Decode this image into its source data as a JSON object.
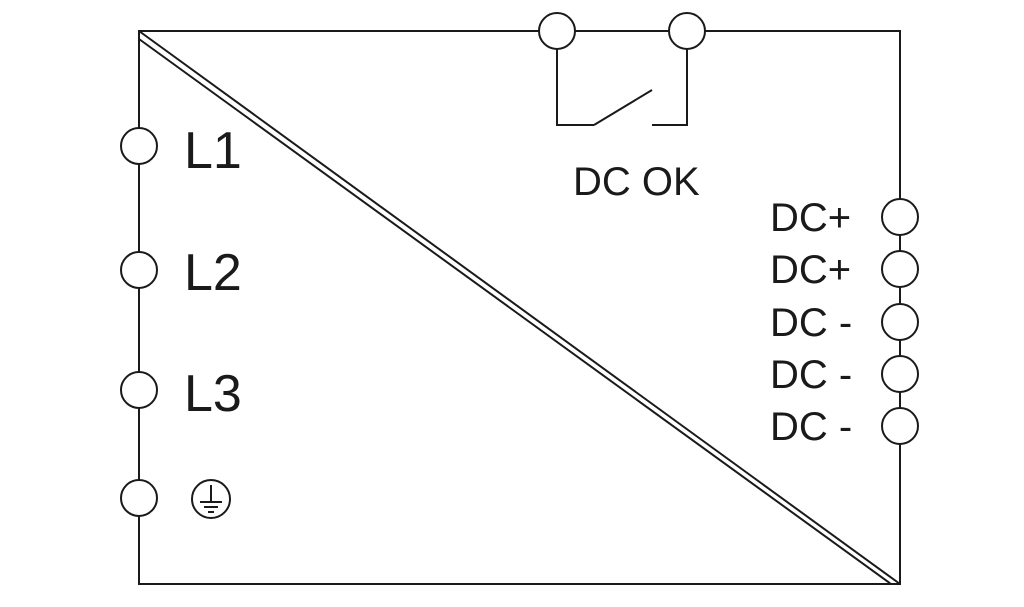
{
  "diagram": {
    "inputs": [
      {
        "label": "L1"
      },
      {
        "label": "L2"
      },
      {
        "label": "L3"
      }
    ],
    "ground_icon": "protective-earth-icon",
    "relay": {
      "label": "DC OK"
    },
    "outputs": [
      {
        "label": "DC+"
      },
      {
        "label": "DC+"
      },
      {
        "label": "DC -"
      },
      {
        "label": "DC -"
      },
      {
        "label": "DC -"
      }
    ],
    "colors": {
      "stroke": "#1a1a1a",
      "background": "#ffffff"
    }
  }
}
